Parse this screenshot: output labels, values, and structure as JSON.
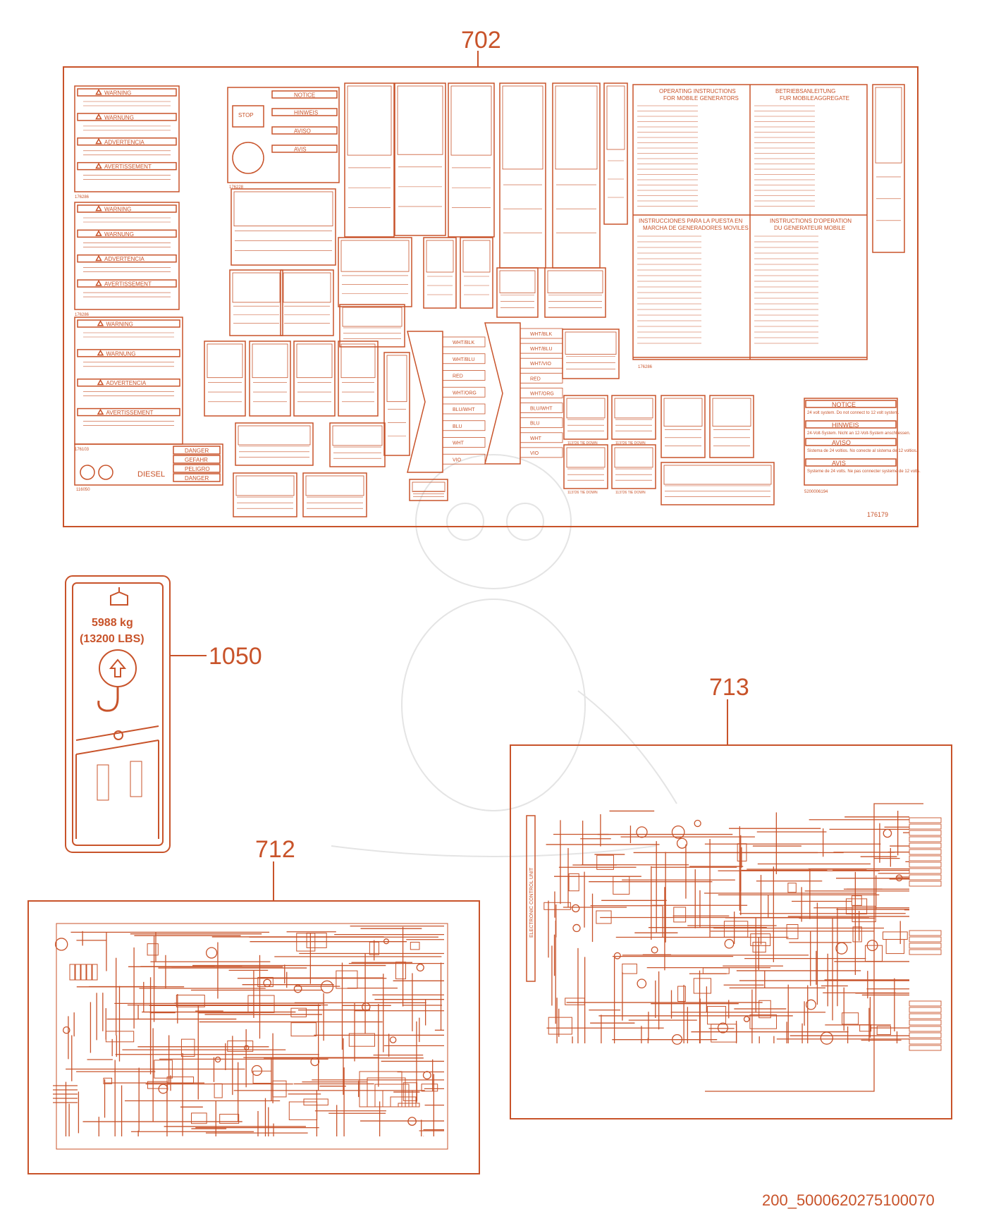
{
  "callouts": {
    "c702": "702",
    "c1050": "1050",
    "c712": "712",
    "c713": "713"
  },
  "footer_code": "200_5000620275100070",
  "accent": "#c8532a",
  "watermark_color": "#e4e4e4",
  "decal_sheet": {
    "sheet_number": "176179",
    "warning_label": {
      "warning": "WARNING",
      "warnung": "WARNUNG",
      "advertencia": "ADVERTENCIA",
      "avertissement": "AVERTISSEMENT",
      "part_a": "176286",
      "part_b": "176286",
      "part_c": "176103"
    },
    "notice_label": {
      "notice": "NOTICE",
      "hinweis": "HINWEIS",
      "aviso": "AVISO",
      "avis": "AVIS",
      "stop": "STOP",
      "part": "176228"
    },
    "diesel_label": {
      "danger": "DANGER",
      "gefahr": "GEFAHR",
      "peligro": "PELIGRO",
      "danger2": "DANGER",
      "diesel": "DIESEL",
      "part": "116050"
    },
    "operating": {
      "en": "OPERATING INSTRUCTIONS\nFOR MOBILE GENERATORS",
      "de": "BETRIEBSANLEITUNG\nFUR MOBILEAGGREGATE",
      "es": "INSTRUCCIONES PARA LA PUESTA EN\nMARCHA DE GENERADORES MOVILES",
      "fr": "INSTRUCTIONS D'OPERATION\nDU GENERATEUR MOBILE",
      "part": "176286"
    },
    "voltage_notice": {
      "notice": "NOTICE",
      "notice_text": "24 volt system.  Do not connect to 12 volt system.",
      "hinweis": "HINWEIS",
      "hinweis_text": "24-Volt-System. Nicht an 12-Volt-System anschliessen.",
      "aviso": "AVISO",
      "aviso_text": "Sistema de 24 voltios. No conecte al sistema de 12 voltios.",
      "avis": "AVIS",
      "avis_text": "Systeme de 24 volts. Ne pas connecter systeme de 12 volts.",
      "part": "5200006194"
    },
    "tie_down": "113726 TIE DOWN",
    "wire_labels_left": [
      "WHT/BLK",
      "WHT/BLU",
      "RED",
      "WHT/ORG",
      "BLU/WHT",
      "BLU",
      "WHT",
      "VIO"
    ],
    "wire_labels_right": [
      "WHT/BLK",
      "WHT/BLU",
      "WHT/VIO",
      "RED",
      "WHT/ORG",
      "BLU/WHT",
      "BLU",
      "WHT",
      "VIO"
    ]
  },
  "lift_decal": {
    "weight_kg": "5988 kg",
    "weight_lbs": "(13200 LBS)"
  },
  "schematic_713": {
    "ecu_label": "ELECTRONIC CONTROL UNIT"
  }
}
